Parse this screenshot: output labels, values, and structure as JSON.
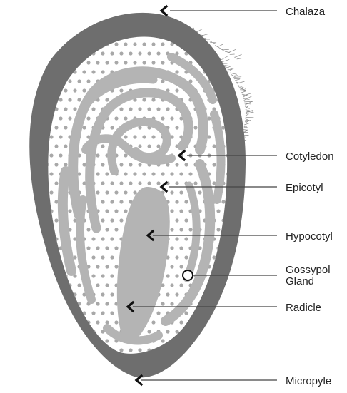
{
  "colors": {
    "seed_coat": "#6e6e6e",
    "embryo_fold": "#b4b4b4",
    "interior": "#ffffff",
    "dot": "#a8a8a8",
    "leader_line": "#444444",
    "arrow": "#111111",
    "label": "#222222",
    "fuzz": "#8a8a8a"
  },
  "labels": {
    "chalaza": "Chalaza",
    "cotyledon": "Cotyledon",
    "epicotyl": "Epicotyl",
    "hypocotyl": "Hypocotyl",
    "gossypol_line1": "Gossypol",
    "gossypol_line2": "Gland",
    "radicle": "Radicle",
    "micropyle": "Micropyle"
  }
}
